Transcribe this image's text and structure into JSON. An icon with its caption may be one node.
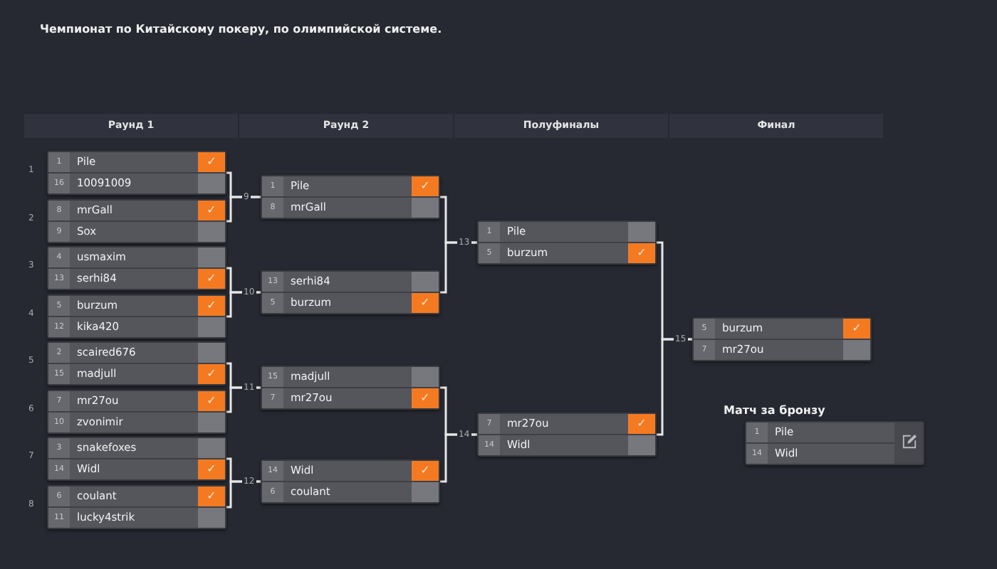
{
  "diagram": {
    "title": "Чемпионат по Китайскому покеру, по олимпийской системе.",
    "nodes": [
      {
        "text": [],
        "shape": "box",
        "beside": [
          "1"
        ]
      },
      {
        "text": [
          "1",
          "Pile",
          "✓"
        ],
        "in": 0
      },
      {
        "text": [
          "16",
          "10091009"
        ],
        "in": 0
      },
      {
        "text": [],
        "shape": "box",
        "beside": [
          "2"
        ]
      },
      {
        "text": [
          "8",
          "mrGall",
          "✓"
        ],
        "in": 3
      },
      {
        "text": [
          "9",
          "Sox"
        ],
        "in": 3
      },
      {
        "text": [],
        "shape": "box",
        "beside": [
          "3"
        ]
      },
      {
        "text": [
          "4",
          "usmaxim"
        ],
        "in": 6
      },
      {
        "text": [
          "13",
          "serhi84",
          "✓"
        ],
        "in": 6
      },
      {
        "text": [],
        "shape": "box",
        "beside": [
          "4"
        ]
      },
      {
        "text": [
          "5",
          "burzum",
          "✓"
        ],
        "in": 9
      },
      {
        "text": [
          "12",
          "kika420"
        ],
        "in": 9
      },
      {
        "text": [],
        "shape": "box",
        "beside": [
          "5"
        ]
      },
      {
        "text": [
          "2",
          "scaired676"
        ],
        "in": 12
      },
      {
        "text": [
          "15",
          "madjull",
          "✓"
        ],
        "in": 12
      },
      {
        "text": [],
        "shape": "box",
        "beside": [
          "6"
        ]
      },
      {
        "text": [
          "7",
          "mr27ou",
          "✓"
        ],
        "in": 15
      },
      {
        "text": [
          "10",
          "zvonimir"
        ],
        "in": 15
      },
      {
        "text": [],
        "shape": "box",
        "beside": [
          "7"
        ]
      },
      {
        "text": [
          "3",
          "snakefoxes"
        ],
        "in": 18
      },
      {
        "text": [
          "14",
          "Widl",
          "✓"
        ],
        "in": 18
      },
      {
        "text": [],
        "shape": "box",
        "beside": [
          "8"
        ]
      },
      {
        "text": [
          "6",
          "coulant",
          "✓"
        ],
        "in": 21
      },
      {
        "text": [
          "11",
          "lucky4strik"
        ],
        "in": 21
      },
      {
        "text": [],
        "shape": "box"
      },
      {
        "text": [
          "1",
          "Pile",
          "✓"
        ],
        "in": 24
      },
      {
        "text": [
          "8",
          "mrGall"
        ],
        "in": 24
      },
      {
        "text": [],
        "shape": "box"
      },
      {
        "text": [
          "13",
          "serhi84"
        ],
        "in": 27
      },
      {
        "text": [
          "5",
          "burzum",
          "✓"
        ],
        "in": 27
      },
      {
        "text": [],
        "shape": "box"
      },
      {
        "text": [
          "15",
          "madjull"
        ],
        "in": 30
      },
      {
        "text": [
          "7",
          "mr27ou",
          "✓"
        ],
        "in": 30
      },
      {
        "text": [],
        "shape": "box"
      },
      {
        "text": [
          "14",
          "Widl",
          "✓"
        ],
        "in": 33
      },
      {
        "text": [
          "6",
          "coulant"
        ],
        "in": 33
      },
      {
        "text": [],
        "shape": "box"
      },
      {
        "text": [
          "1",
          "Pile"
        ],
        "in": 36
      },
      {
        "text": [
          "5",
          "burzum",
          "✓"
        ],
        "in": 36
      },
      {
        "text": [],
        "shape": "box"
      },
      {
        "text": [
          "7",
          "mr27ou",
          "✓"
        ],
        "in": 39
      },
      {
        "text": [
          "14",
          "Widl"
        ],
        "in": 39
      },
      {
        "text": [],
        "shape": "box"
      },
      {
        "text": [
          "5",
          "burzum",
          "✓"
        ],
        "in": 42
      },
      {
        "text": [
          "7",
          "mr27ou"
        ],
        "in": 42
      },
      {
        "text": [
          "Матч за бронзу"
        ]
      },
      {
        "text": [
          "1",
          "Pile"
        ],
        "in": 45
      },
      {
        "text": [
          "14",
          "Widl"
        ],
        "in": 45
      }
    ],
    "edges": [
      {
        "from": 0,
        "to": 24,
        "arrow": "none",
        "label": "9"
      },
      {
        "from": 3,
        "to": 24,
        "arrow": "none"
      },
      {
        "from": 6,
        "to": 27,
        "arrow": "none",
        "label": "10"
      },
      {
        "from": 9,
        "to": 27,
        "arrow": "none"
      },
      {
        "from": 12,
        "to": 30,
        "arrow": "none",
        "label": "11"
      },
      {
        "from": 15,
        "to": 30,
        "arrow": "none"
      },
      {
        "from": 18,
        "to": 33,
        "arrow": "none",
        "label": "12"
      },
      {
        "from": 21,
        "to": 33,
        "arrow": "none"
      },
      {
        "from": 24,
        "to": 36,
        "arrow": "none",
        "label": "13"
      },
      {
        "from": 27,
        "to": 36,
        "arrow": "none"
      },
      {
        "from": 30,
        "to": 39,
        "arrow": "none",
        "label": "14"
      },
      {
        "from": 33,
        "to": 39,
        "arrow": "none"
      },
      {
        "from": 36,
        "to": 42,
        "arrow": "none",
        "label": "15"
      },
      {
        "from": 39,
        "to": 42,
        "arrow": "none"
      }
    ],
    "labels": [
      "Раунд 1",
      "Раунд 2",
      "Полуфиналы",
      "Финал"
    ]
  }
}
